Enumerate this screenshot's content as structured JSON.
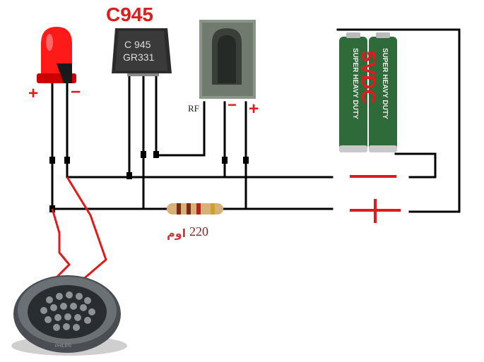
{
  "colors": {
    "wire": "#000000",
    "accent_red": "#e01b1b",
    "battery_green": "#2f6a3a",
    "led_red": "#ff1a1a",
    "resistor_body": "#d8b07a"
  },
  "transistor": {
    "heading": "C945",
    "marking_line1": "C 945",
    "marking_line2": "GR331"
  },
  "led": {
    "plus_sign": "+",
    "minus_sign": "−"
  },
  "ir_receiver": {
    "rf_label": "RF",
    "minus_sign": "−",
    "plus_sign": "+"
  },
  "battery": {
    "voltage_label": "5VDC",
    "cell1_text": "SUPER HEAVY DUTY",
    "cell2_text": "SUPER HEAVY DUTY",
    "minus_sign": "−",
    "plus_sign": "+"
  },
  "resistor": {
    "label_value": "220",
    "label_unit": "اوم"
  },
  "buzzer": {
    "brand": "PHILIPS"
  }
}
